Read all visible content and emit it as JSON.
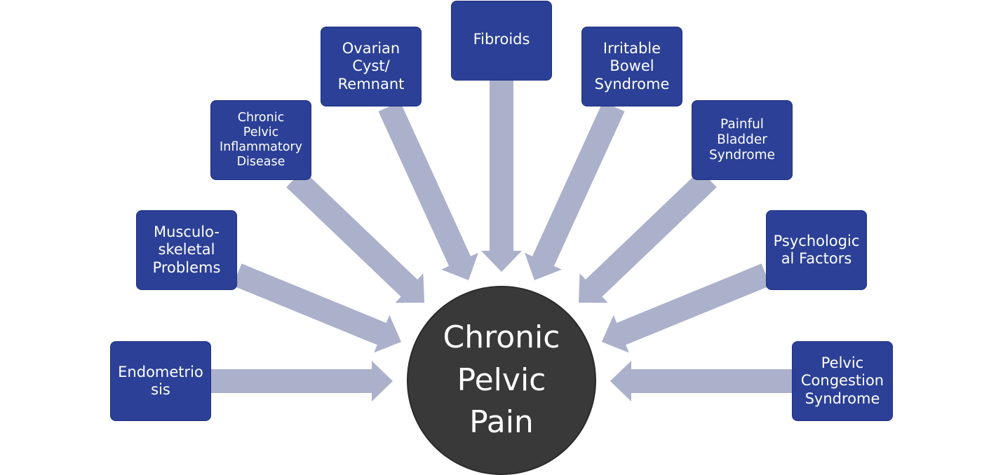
{
  "diagram": {
    "center": {
      "label": "Chronic\nPelvic\nPain"
    },
    "colors": {
      "node_fill": "#2b4096",
      "arrow_fill": "#abb0cb",
      "center_fill": "#393939",
      "text": "#ffffff"
    },
    "nodes": [
      {
        "id": "endometriosis",
        "label": "Endometrio\nsis"
      },
      {
        "id": "musculoskeletal-problems",
        "label": "Musculo-\nskeletal\nProblems"
      },
      {
        "id": "chronic-pelvic-inflammatory-disease",
        "label": "Chronic\nPelvic\nInflammatory\nDisease"
      },
      {
        "id": "ovarian-cyst-remnant",
        "label": "Ovarian\nCyst/\nRemnant"
      },
      {
        "id": "fibroids",
        "label": "Fibroids"
      },
      {
        "id": "irritable-bowel-syndrome",
        "label": "Irritable\nBowel\nSyndrome"
      },
      {
        "id": "painful-bladder-syndrome",
        "label": "Painful\nBladder\nSyndrome"
      },
      {
        "id": "psychological-factors",
        "label": "Psychologic\nal Factors"
      },
      {
        "id": "pelvic-congestion-syndrome",
        "label": "Pelvic\nCongestion\nSyndrome"
      }
    ]
  }
}
